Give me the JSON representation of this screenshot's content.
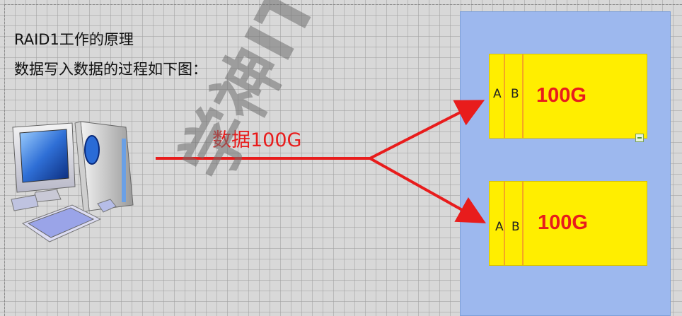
{
  "title": {
    "line1": "RAID1工作的原理",
    "line2": "数据写入数据的过程如下图："
  },
  "flow": {
    "label": "数据100G"
  },
  "disks": [
    {
      "seg_a": "A",
      "seg_b": "B",
      "capacity": "100G"
    },
    {
      "seg_a": "A",
      "seg_b": "B",
      "capacity": "100G"
    }
  ],
  "watermark": "学神IT教育",
  "colors": {
    "arrow": "#e81c1c",
    "disk_fill": "#ffee00",
    "panel_fill": "#9db8ee",
    "capacity_text": "#e81c1c"
  },
  "icons": {
    "computer": "desktop-computer-icon"
  }
}
